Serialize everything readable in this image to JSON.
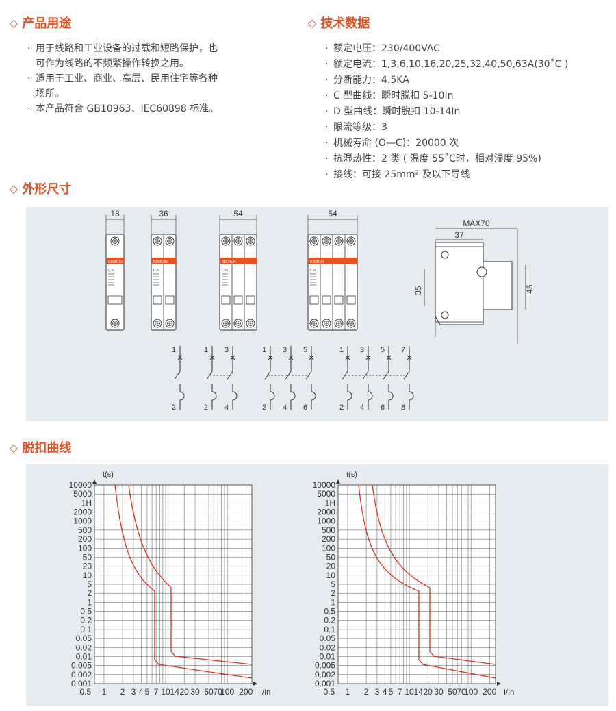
{
  "sections": {
    "usage": {
      "title": "产品用途",
      "items": [
        [
          "用于线路和工业设备的过载和短路保护，也",
          "可作为线路的不频繁操作转换之用。"
        ],
        [
          "适用于工业、商业、高层、民用住宅等各种",
          "场所。"
        ],
        [
          "本产品符合 GB10963、IEC60898 标准。"
        ]
      ]
    },
    "tech": {
      "title": "技术数据",
      "items": [
        "额定电压：230/400VAC",
        "额定电流：1,3,6,10,16,20,25,32,40,50,63A(30˚C )",
        "分断能力：4.5KA",
        "C 型曲线：瞬时脱扣 5-10In",
        "D 型曲线：瞬时脱扣 10-14In",
        "限流等级：3",
        "机械寿命 (O—C)：20000 次",
        "抗湿热性：2 类 ( 温度 55˚C时，相对湿度 95%)",
        "接线：可接 25mm² 及以下导线"
      ]
    },
    "dims": {
      "title": "外形尺寸",
      "widths": [
        "18",
        "36",
        "54",
        "54"
      ],
      "side_labels": {
        "max": "MAX70",
        "depth": "37",
        "h1": "35",
        "h2": "45"
      },
      "brand": "INSIRUN",
      "rating": "C16",
      "terminals": [
        [
          "1",
          "2"
        ],
        [
          "1",
          "3",
          "2",
          "4"
        ],
        [
          "1",
          "3",
          "5",
          "2",
          "4",
          "6"
        ],
        [
          "1",
          "3",
          "5",
          "7",
          "2",
          "4",
          "6",
          "8"
        ]
      ]
    },
    "curves": {
      "title": "脱扣曲线",
      "y_axis_label": "t(s)",
      "y_ticks": [
        "10000",
        "5000",
        "1H",
        "2000",
        "1000",
        "500",
        "200",
        "100",
        "50",
        "20",
        "10",
        "5",
        "2",
        "1",
        "0.5",
        "0.2",
        "0.1",
        "0.05",
        "0.02",
        "0.01",
        "0.005",
        "0.002",
        "0.001"
      ],
      "x_ticks": [
        "0.5",
        "1",
        "2",
        "3",
        "4",
        "5",
        "7",
        "10",
        "14",
        "20",
        "30",
        "50",
        "70",
        "100",
        "200"
      ],
      "x_axis_label": "I/In"
    }
  },
  "colors": {
    "accent": "#e8501e",
    "panel": "#e6ebef",
    "curve": "#d9341c"
  }
}
